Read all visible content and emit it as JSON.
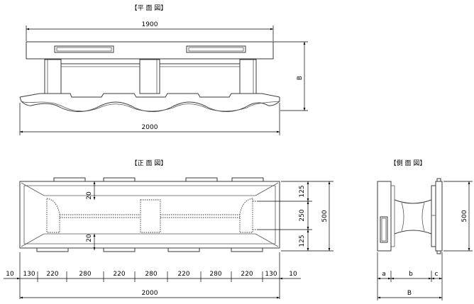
{
  "views": {
    "plan": {
      "title": "【平 面 図】",
      "dim_top": "1900",
      "dim_bottom": "2000",
      "dim_right": "B"
    },
    "front": {
      "title": "【正 面 図】",
      "dim_20_top": "20",
      "dim_20_bottom": "20",
      "dim_right_parts": [
        "125",
        "250",
        "125"
      ],
      "dim_right_total": "500",
      "dim_bottom_parts": [
        "10",
        "130",
        "220",
        "280",
        "220",
        "280",
        "220",
        "280",
        "220",
        "130",
        "10"
      ],
      "dim_bottom_total": "2000"
    },
    "side": {
      "title": "【側 面 図】",
      "dim_right": "500",
      "dim_parts": [
        "a",
        "b",
        "c"
      ],
      "dim_total": "B"
    }
  }
}
